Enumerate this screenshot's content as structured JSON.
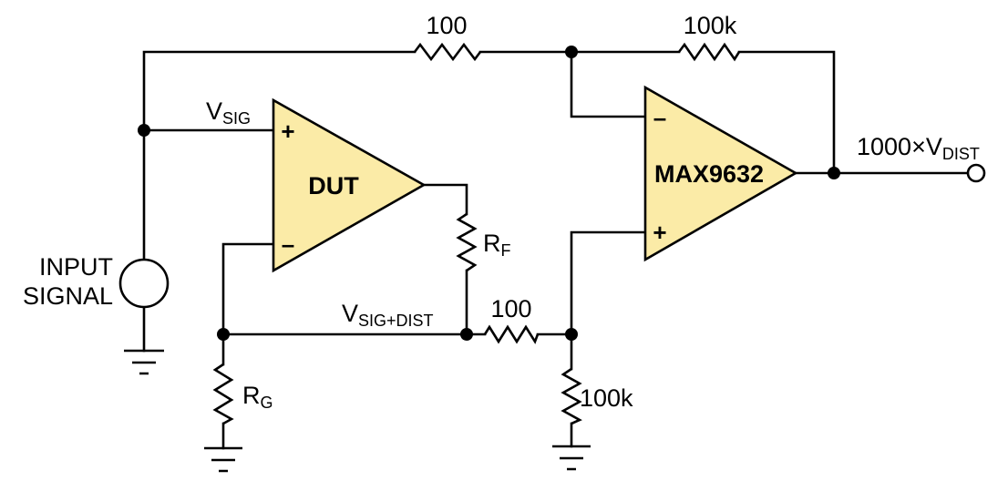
{
  "labels": {
    "r_top_left": "100",
    "r_top_right": "100k",
    "r_mid": "100",
    "r_bottom": "100k",
    "vsig_main": "V",
    "vsig_sub": "SIG",
    "vsigdist_main": "V",
    "vsigdist_sub": "SIG+DIST",
    "rf_main": "R",
    "rf_sub": "F",
    "rg_main": "R",
    "rg_sub": "G",
    "output_prefix": "1000×V",
    "output_sub": "DIST",
    "input_line1": "INPUT",
    "input_line2": "SIGNAL"
  },
  "amps": {
    "dut": {
      "name": "DUT",
      "plus": "+",
      "minus": "–"
    },
    "max": {
      "name": "MAX9632",
      "plus": "+",
      "minus": "–"
    }
  },
  "colors": {
    "amp_fill": "#fbeba7",
    "line": "#000000"
  }
}
